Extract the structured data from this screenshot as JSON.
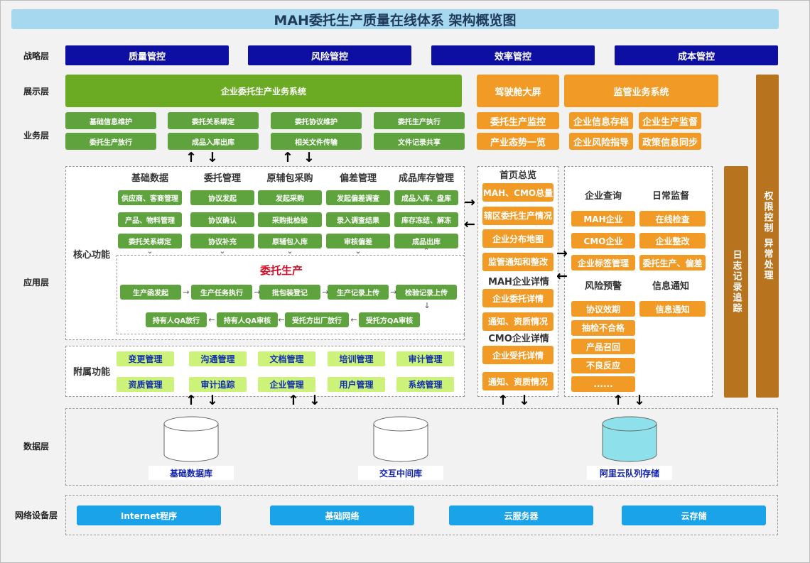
{
  "title": "MAH委托生产质量在线体系 架构概览图",
  "layers": [
    "战略层",
    "展示层",
    "业务层",
    "应用层",
    "数据层",
    "网络设备层"
  ],
  "strategy": [
    "质量管控",
    "风险管控",
    "效率管控",
    "成本管控"
  ],
  "display": {
    "enterprise": "企业委托生产业务系统",
    "cockpit": "驾驶舱大屏",
    "supervision": "监管业务系统"
  },
  "business": {
    "enterprise": [
      "基础信息维护",
      "委托关系绑定",
      "委托协议维护",
      "委托生产执行",
      "委托生产放行",
      "成品入库出库",
      "相关文件传输",
      "文件记录共享"
    ],
    "cockpit": [
      "委托生产监控",
      "产业态势一览"
    ],
    "supervision": [
      "企业信息存档",
      "企业生产监督",
      "企业风险指导",
      "政策信息同步"
    ]
  },
  "core": {
    "label": "核心功能",
    "headers": [
      "基础数据",
      "委托管理",
      "原辅包采购",
      "偏差管理",
      "成品库存管理"
    ],
    "columns": [
      [
        "供应商、客商管理",
        "产品、物料管理",
        "委托关系绑定"
      ],
      [
        "协议发起",
        "协议确认",
        "协议补充"
      ],
      [
        "发起采购",
        "采购批检验",
        "原辅包入库"
      ],
      [
        "发起偏差调查",
        "录入调查结果",
        "审核偏差"
      ],
      [
        "成品入库、盘库",
        "库存冻结、解冻",
        "成品出库"
      ]
    ],
    "production": {
      "title": "委托生产",
      "row1": [
        "生产函发起",
        "生产任务执行",
        "批包装登记",
        "生产记录上传",
        "检验记录上传"
      ],
      "row2": [
        "持有人QA放行",
        "持有人QA审核",
        "受托方出厂放行",
        "受托方QA审核"
      ]
    }
  },
  "auxiliary": {
    "label": "附属功能",
    "items": [
      "变更管理",
      "沟通管理",
      "文档管理",
      "培训管理",
      "审计管理",
      "资质管理",
      "审计追踪",
      "企业管理",
      "用户管理",
      "系统管理"
    ]
  },
  "cockpit_panel": {
    "home_title": "首页总览",
    "home": [
      "MAH、CMO总量",
      "辖区委托生产情况",
      "企业分布地图",
      "监管通知和整改"
    ],
    "mah_title": "MAH企业详情",
    "mah": [
      "企业委托详情",
      "通知、资质情况"
    ],
    "cmo_title": "CMO企业详情",
    "cmo": [
      "企业受托详情",
      "通知、资质情况"
    ]
  },
  "supervision_panel": {
    "query_title": "企业查询",
    "query": [
      "MAH企业",
      "CMO企业",
      "企业标签管理"
    ],
    "daily_title": "日常监督",
    "daily": [
      "在线检查",
      "企业整改",
      "委托生产、偏差"
    ],
    "risk_title": "风险预警",
    "risk": [
      "协议效期",
      "抽检不合格",
      "产品召回",
      "不良反应",
      "......"
    ],
    "notice_title": "信息通知",
    "notice": [
      "信息通知"
    ]
  },
  "side": {
    "log": "日志记录追踪",
    "permission": "权限控制  异常处理"
  },
  "data": [
    "基础数据库",
    "交互中间库",
    "阿里云队列存储"
  ],
  "network": [
    "Internet程序",
    "基础网络",
    "云服务器",
    "云存储"
  ],
  "colors": {
    "strategy": "#0d0fa3",
    "enterprise": "#6bab23",
    "supervision": "#f19b26",
    "side": "#b8731f",
    "network": "#1aa3e8"
  }
}
